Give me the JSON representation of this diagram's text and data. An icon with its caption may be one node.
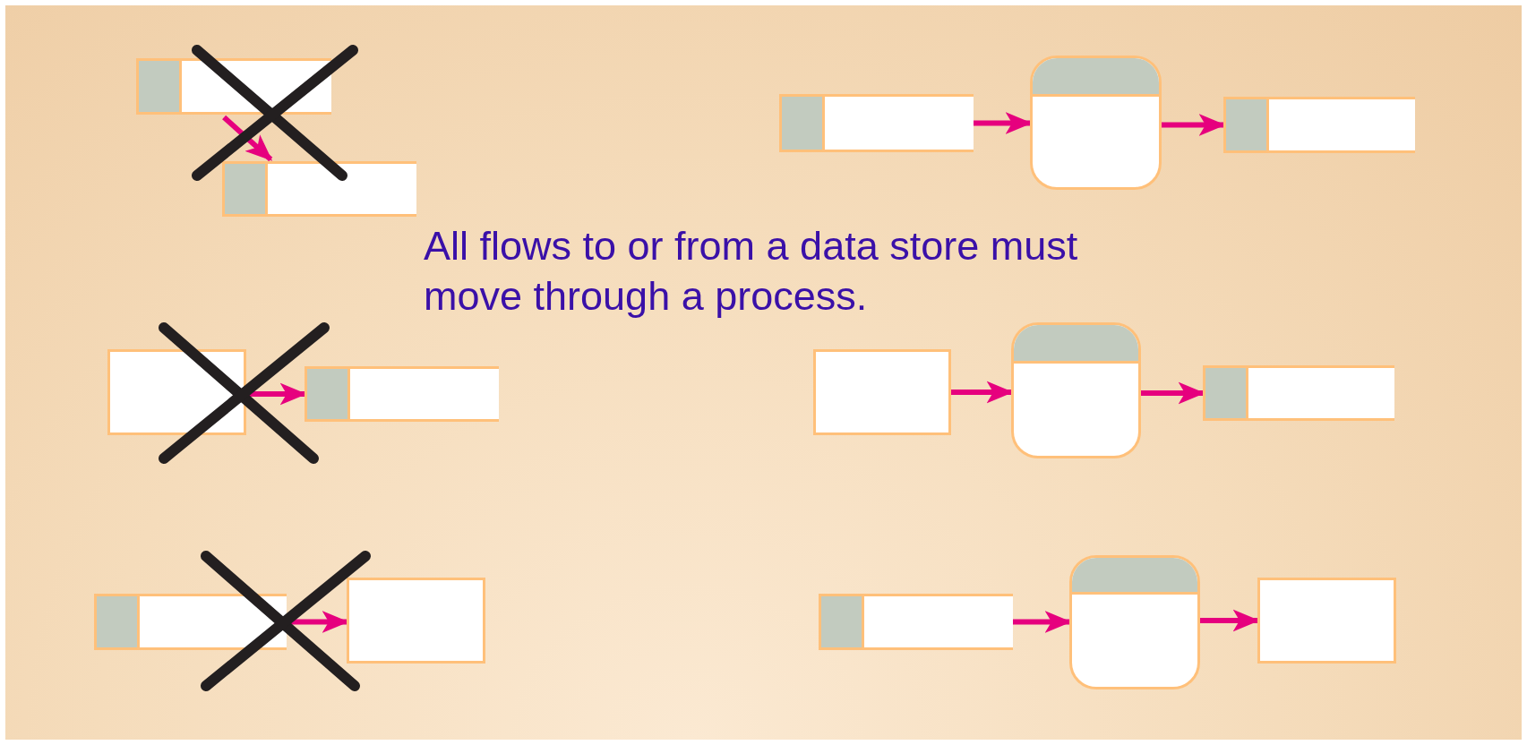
{
  "diagram": {
    "caption": "All flows to or from a data store must move through a process.",
    "nodes": [
      {
        "text": [],
        "shape": "datastore"
      },
      {
        "text": [],
        "shape": "datastore"
      },
      {
        "text": [],
        "shape": "datastore"
      },
      {
        "text": [],
        "shape": "process"
      },
      {
        "text": [],
        "shape": "datastore"
      },
      {
        "text": [],
        "shape": "box"
      },
      {
        "text": [],
        "shape": "datastore"
      },
      {
        "text": [],
        "shape": "box"
      },
      {
        "text": [],
        "shape": "process"
      },
      {
        "text": [],
        "shape": "datastore"
      },
      {
        "text": [],
        "shape": "datastore"
      },
      {
        "text": [],
        "shape": "box"
      },
      {
        "text": [],
        "shape": "datastore"
      },
      {
        "text": [],
        "shape": "process"
      },
      {
        "text": [],
        "shape": "box"
      }
    ],
    "edges": [
      {
        "from": 0,
        "to": 1,
        "arrow": "to"
      },
      {
        "from": 2,
        "to": 3,
        "arrow": "to"
      },
      {
        "from": 3,
        "to": 4,
        "arrow": "to"
      },
      {
        "from": 5,
        "to": 6,
        "arrow": "to"
      },
      {
        "from": 7,
        "to": 8,
        "arrow": "to"
      },
      {
        "from": 8,
        "to": 9,
        "arrow": "to"
      },
      {
        "from": 10,
        "to": 11,
        "arrow": "to"
      },
      {
        "from": 12,
        "to": 13,
        "arrow": "to"
      },
      {
        "from": 13,
        "to": 14,
        "arrow": "to"
      }
    ]
  }
}
